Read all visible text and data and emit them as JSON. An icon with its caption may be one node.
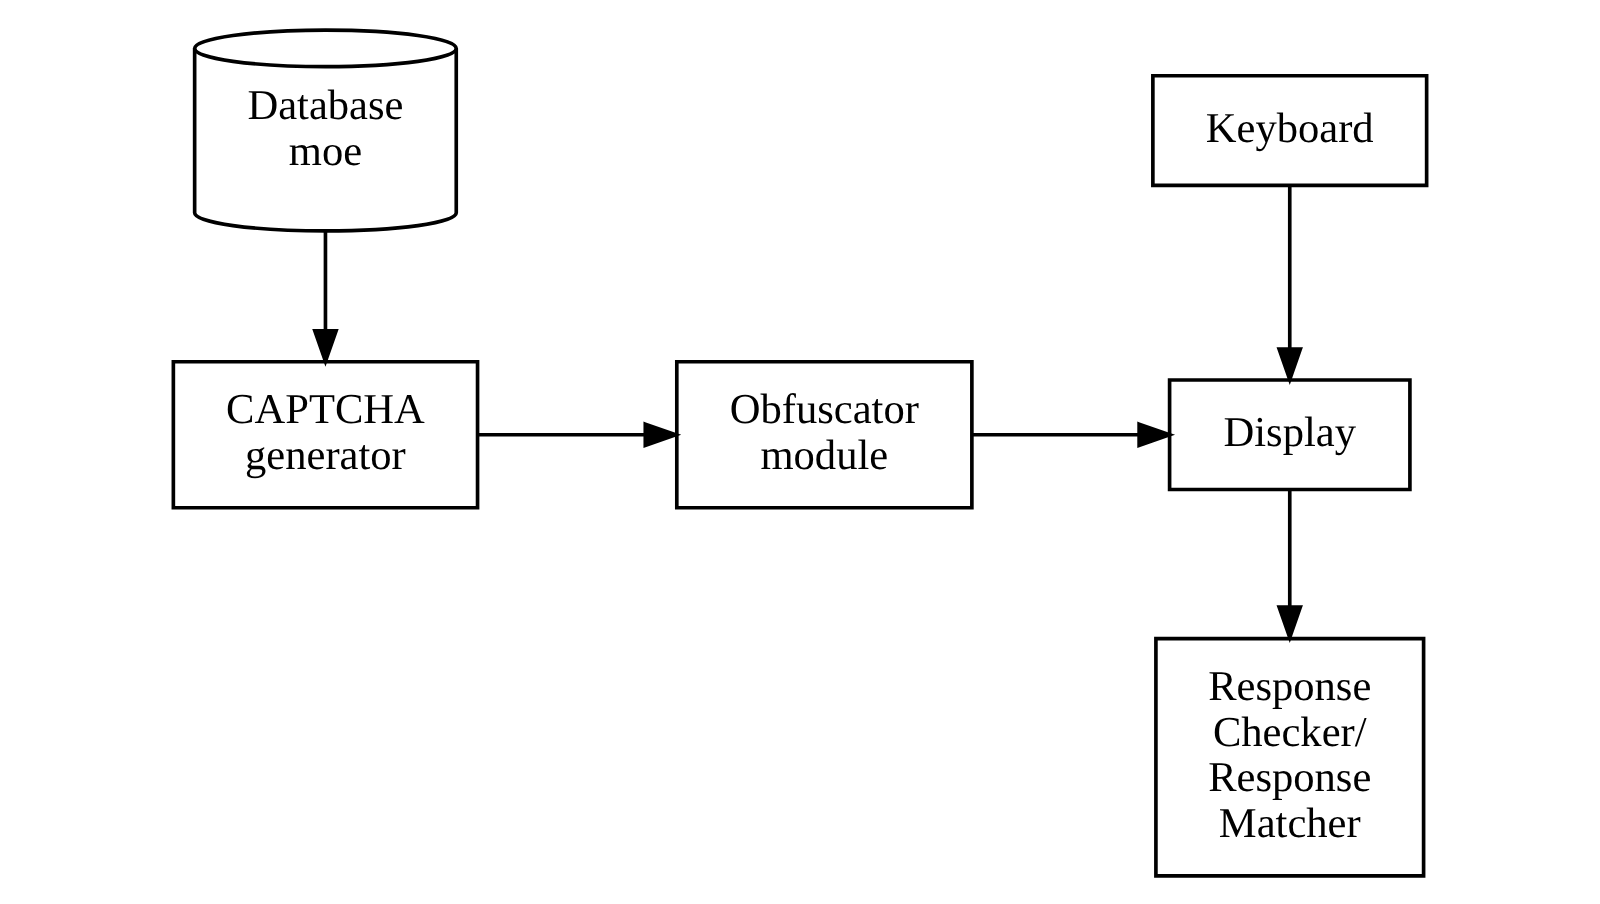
{
  "diagram": {
    "nodes": [
      {
        "text": [
          "Database moe"
        ]
      },
      {
        "text": [
          "CAPTCHA generator"
        ]
      },
      {
        "text": [
          "Obfuscator module"
        ]
      },
      {
        "text": [
          "Keyboard"
        ]
      },
      {
        "text": [
          "Display"
        ]
      },
      {
        "text": [
          "Response Checker/ Response Matcher"
        ]
      }
    ],
    "edges": [
      {
        "from": 0,
        "to": 1,
        "arrow": "to"
      },
      {
        "from": 1,
        "to": 2,
        "arrow": "to"
      },
      {
        "from": 2,
        "to": 4,
        "arrow": "to"
      },
      {
        "from": 3,
        "to": 4,
        "arrow": "to"
      },
      {
        "from": 4,
        "to": 5,
        "arrow": "to"
      }
    ]
  }
}
